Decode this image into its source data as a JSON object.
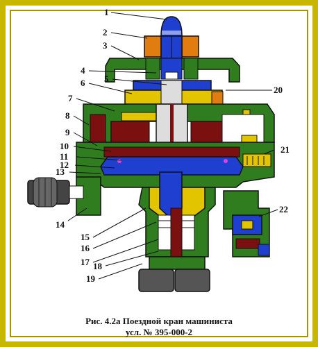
{
  "figure": {
    "caption_line1": "Рис. 4.2а    Поездной кран машиниста",
    "caption_line2": "усл. № 395-000-2"
  },
  "callouts": [
    "1",
    "2",
    "3",
    "4",
    "5",
    "6",
    "7",
    "8",
    "9",
    "10",
    "11",
    "12",
    "13",
    "14",
    "15",
    "16",
    "17",
    "18",
    "19",
    "20",
    "21",
    "22"
  ],
  "colors": {
    "frame": "#c7b700",
    "housing": "#2f7d1f",
    "housing_light": "#4fa63a",
    "chamber": "#7a1010",
    "piston": "#1f3fd0",
    "plate": "#e3c400",
    "nut": "#e07c10",
    "base": "#555555"
  }
}
